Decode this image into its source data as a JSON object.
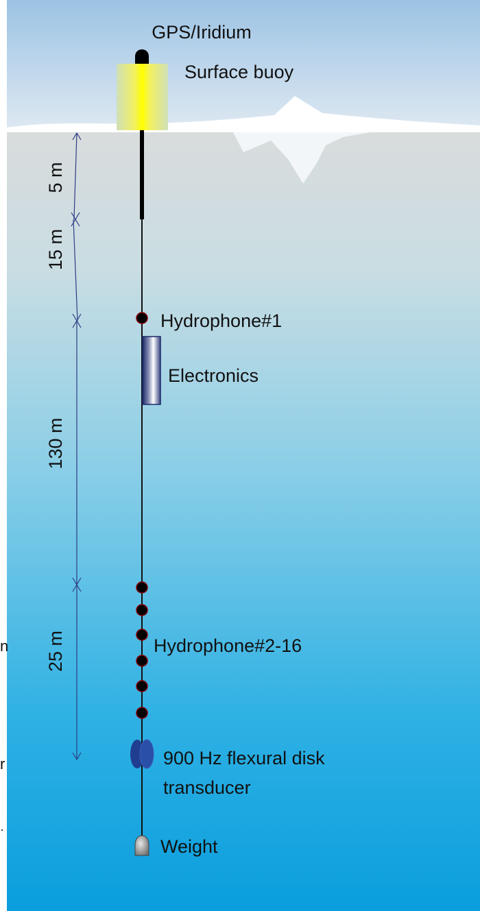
{
  "labels": {
    "gps": "GPS/Iridium",
    "buoy": "Surface buoy",
    "hydrophone1": "Hydrophone#1",
    "electronics": "Electronics",
    "hydrophones": "Hydrophone#2-16",
    "transducer_line1": "900 Hz flexural disk",
    "transducer_line2": "transducer",
    "weight": "Weight"
  },
  "segments": [
    "5 m",
    "15 m",
    "130 m",
    "25 m"
  ],
  "edge_fragments": [
    "n",
    "r",
    "·"
  ],
  "colors": {
    "sky_top": "#9fc4e4",
    "ice": "#ffffff",
    "water_top": "#d9dcdc",
    "water_mid": "#7fcbe6",
    "water_bottom": "#0aa0de",
    "hydrophone": "#000000",
    "hydrophone_ring": "#8b0000",
    "dimension_line": "#2d3c84",
    "transducer": "#1f3e8f",
    "buoy_core": "#f7f000",
    "buoy_edge": "#c8d8a0"
  },
  "icons": [
    "gps-antenna-icon",
    "buoy-icon",
    "electronics-icon",
    "hydrophone-icon",
    "transducer-icon",
    "weight-icon"
  ]
}
